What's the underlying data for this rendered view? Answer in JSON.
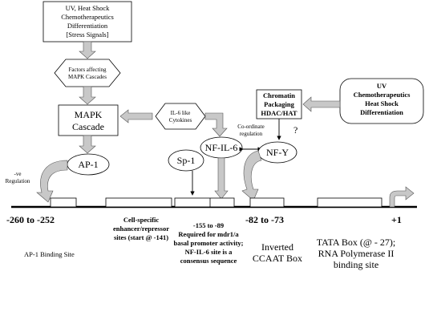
{
  "stress_box": [
    "UV, Heat Shock",
    "Chemotherapeutics",
    "Differentiation",
    "[Stress Signals]"
  ],
  "mapk_factors_hex": [
    "Factors affecting",
    "MAPK Cascades"
  ],
  "mapk_box": [
    "MAPK",
    "Cascade"
  ],
  "il6_hex": [
    "IL-6 like",
    "Cytokines"
  ],
  "chromatin_box": [
    "Chromatin",
    "Packaging",
    "HDAC/HAT"
  ],
  "uv_box": [
    "UV",
    "Chemotherapeutics",
    "Heat Shock",
    "Differentiation"
  ],
  "coordinate_label": [
    "Co-ordinate",
    "regulation"
  ],
  "question_mark": "?",
  "neg_regulation": [
    "-ve",
    "Regulation"
  ],
  "factors": {
    "ap1": "AP-1",
    "sp1": "Sp-1",
    "nfil6": "NF-IL-6",
    "nfy": "NF-Y"
  },
  "positions": {
    "pos1": "-260 to -252",
    "pos2": "-82 to -73",
    "pos3": "+1"
  },
  "labels": {
    "ap1_site": "AP-1 Binding Site",
    "enhancer": [
      "Cell-specific",
      "enhancer/repressor",
      "sites (start @ -141)"
    ],
    "basal": [
      "-155 to -89",
      "Required for mdr1/a",
      "basal promoter activity;",
      "NF-IL-6 site is a",
      "consensus sequence"
    ],
    "ccaat": [
      "Inverted",
      "CCAAT Box"
    ],
    "tata": [
      "TATA Box (@ - 27);",
      "RNA Polymerase II",
      "binding site"
    ]
  }
}
